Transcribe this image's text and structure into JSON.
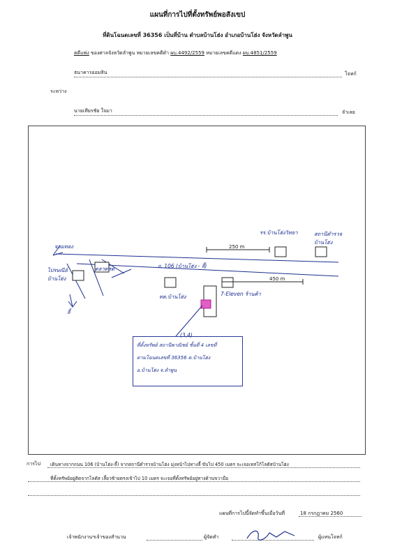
{
  "header": {
    "title": "แผนที่การไปที่ตั้งทรัพย์พอสังเขป",
    "subtitle": "ที่ดินโฉนดเลขที่ 36356  เป็นที่บ้าน  ตำบลบ้านโฮ่ง  อำเภอบ้านโฮ่ง  จังหวัดลำพูน"
  },
  "case": {
    "label": "คดีแพ่ง",
    "court": "ของศาลจังหวัดลำพูน",
    "black_no_label": "หมายเลขคดีดำ",
    "black_no": "ผบ.4492/2559",
    "red_no_label": "หมายเลขคดีแดง",
    "red_no": "ผบ.4851/2559"
  },
  "parties": {
    "plaintiff": "ธนาคารออมสิน",
    "plaintiff_role": "โจทก์",
    "between": "ระหว่าง",
    "defendant": "นายเทียรชัย   ใจมา",
    "defendant_role": "จำเลย"
  },
  "map": {
    "label_north": "จอมทอง",
    "label_school": "รร.บ้านโฮ่งวิทยา",
    "label_police": "สถานีตำรวจ\nบ้านโฮ่ง",
    "label_road": "ถ. 106 (บ้านโฮ่ง - ลี้)",
    "label_left1": "ไปรษณีย์\nบ้านโฮ่ง",
    "label_market": "ตลาดสด",
    "label_li": "ลี้",
    "label_district": "ทต.บ้านโฮ่ง",
    "label_7eleven": "7-Eleven ร้านค้า",
    "dist_250": "250 m",
    "dist_450": "450 m",
    "legend_number": "(3,4)",
    "legend_line1": "ที่ตั้งทรัพย์   สถานีพาณิชย์  ชั้นที่ 4 เลขที่",
    "legend_line2": "ตามโฉนดเลขที่  36356  ต.บ้านโฮ่ง",
    "legend_line3": "อ.บ้านโฮ่ง   จ.ลำพูน"
  },
  "route": {
    "label": "การไป",
    "line1": "เดินทางจากถนน 106 (บ้านโฮ่ง-ลี้) จากสถานีตำรวจบ้านโฮ่ง มุ่งหน้าไปทางลี้ ขับไป 450 เมตร จะเจอเทสโก้โลตัสบ้านโฮ่ง",
    "line2": "ที่ตั้งทรัพย์อยู่ติดจากโลตัส เลี้ยวซ้ายตรงเข้าไป 10 เมตร จะเจอที่ตั้งทรัพย์อยู่ทางด้านขวามือ"
  },
  "footer": {
    "date_label": "แผนที่การไปนี้จัดทำขึ้นเมื่อวันที่",
    "date_value": "18  กรกฎาคม   2560",
    "officer": "เจ้าพนักงานฯเจ้าของสำนวน",
    "maker": "ผู้จัดทำ",
    "rep": "ผู้แทนโจทก์"
  }
}
